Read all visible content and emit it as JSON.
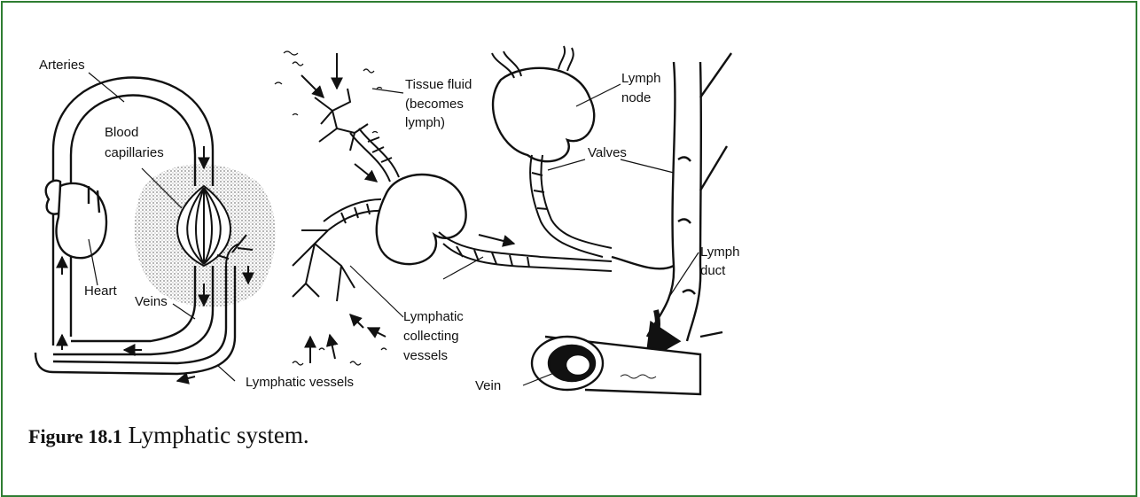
{
  "labels": {
    "arteries": "Arteries",
    "blood_capillaries_1": "Blood",
    "blood_capillaries_2": "capillaries",
    "heart": "Heart",
    "veins": "Veins",
    "lymphatic_vessels": "Lymphatic vessels",
    "tissue_fluid_1": "Tissue fluid",
    "tissue_fluid_2": "(becomes",
    "tissue_fluid_3": "lymph)",
    "lymphatic_collecting_1": "Lymphatic",
    "lymphatic_collecting_2": "collecting",
    "lymphatic_collecting_3": "vessels",
    "lymph_node_1": "Lymph",
    "lymph_node_2": "node",
    "valves": "Valves",
    "lymph_duct_1": "Lymph",
    "lymph_duct_2": "duct",
    "vein": "Vein"
  },
  "caption": {
    "number": "Figure 18.1",
    "text": "Lymphatic system."
  },
  "colors": {
    "border": "#2e7d32",
    "ink": "#111111",
    "shading": "#bdbdbd"
  }
}
